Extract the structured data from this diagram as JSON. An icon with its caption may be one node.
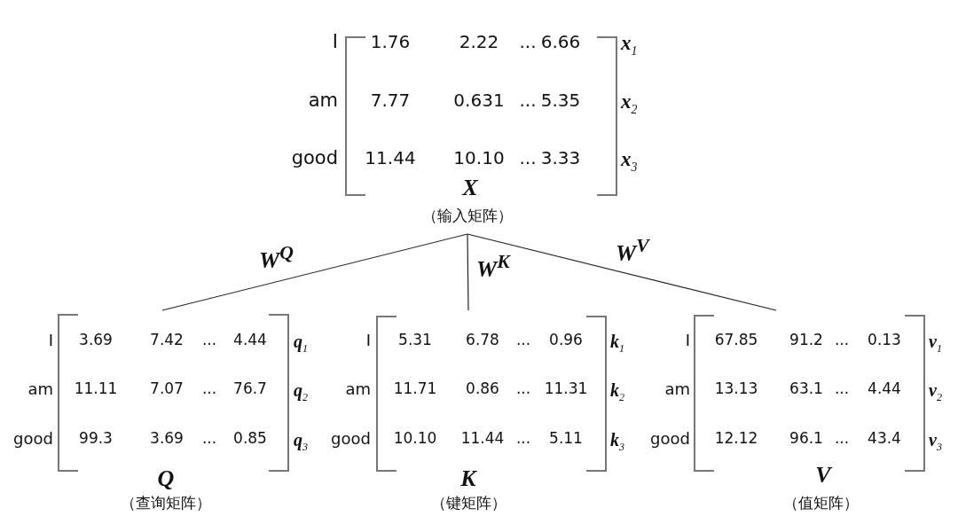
{
  "diagram": {
    "nodes": [
      {
        "text": [
          "1.76",
          "2.22",
          "...",
          "6.66",
          "7.77",
          "0.631",
          "...",
          "5.35",
          "11.44",
          "10.10",
          "...",
          "3.33",
          "I",
          "am",
          "good",
          "x$_{1}$",
          "x$_{2}$",
          "x$_{3}$",
          "X",
          "（输入矩阵）"
        ]
      },
      {
        "text": [
          "3.69",
          "7.42",
          "...",
          "4.44",
          "11.11",
          "7.07",
          "...",
          "76.7",
          "99.3",
          "3.69",
          "...",
          "0.85",
          "I",
          "am",
          "good",
          "q$_{1}$",
          "q$_{2}$",
          "q$_{3}$",
          "Q",
          "（查询矩阵）"
        ]
      },
      {
        "text": [
          "5.31",
          "6.78",
          "...",
          "0.96",
          "11.71",
          "0.86",
          "...",
          "11.31",
          "10.10",
          "11.44",
          "...",
          "5.11",
          "I",
          "am",
          "good",
          "k$_{1}$",
          "k$_{2}$",
          "k$_{3}$",
          "K",
          "（键矩阵）"
        ]
      },
      {
        "text": [
          "67.85",
          "91.2",
          "...",
          "0.13",
          "13.13",
          "63.1",
          "...",
          "4.44",
          "12.12",
          "96.1",
          "...",
          "43.4",
          "I",
          "am",
          "good",
          "v$_{1}$",
          "v$_{2}$",
          "v$_{3}$",
          "V",
          "（值矩阵）"
        ]
      }
    ],
    "edges": [
      {
        "from": 0,
        "to": 1,
        "arrow": "none",
        "label": "W$^{Q}$"
      },
      {
        "from": 0,
        "to": 2,
        "arrow": "none",
        "label": "W$^{K}$"
      },
      {
        "from": 0,
        "to": 3,
        "arrow": "none",
        "label": "W$^{V}$"
      }
    ]
  }
}
